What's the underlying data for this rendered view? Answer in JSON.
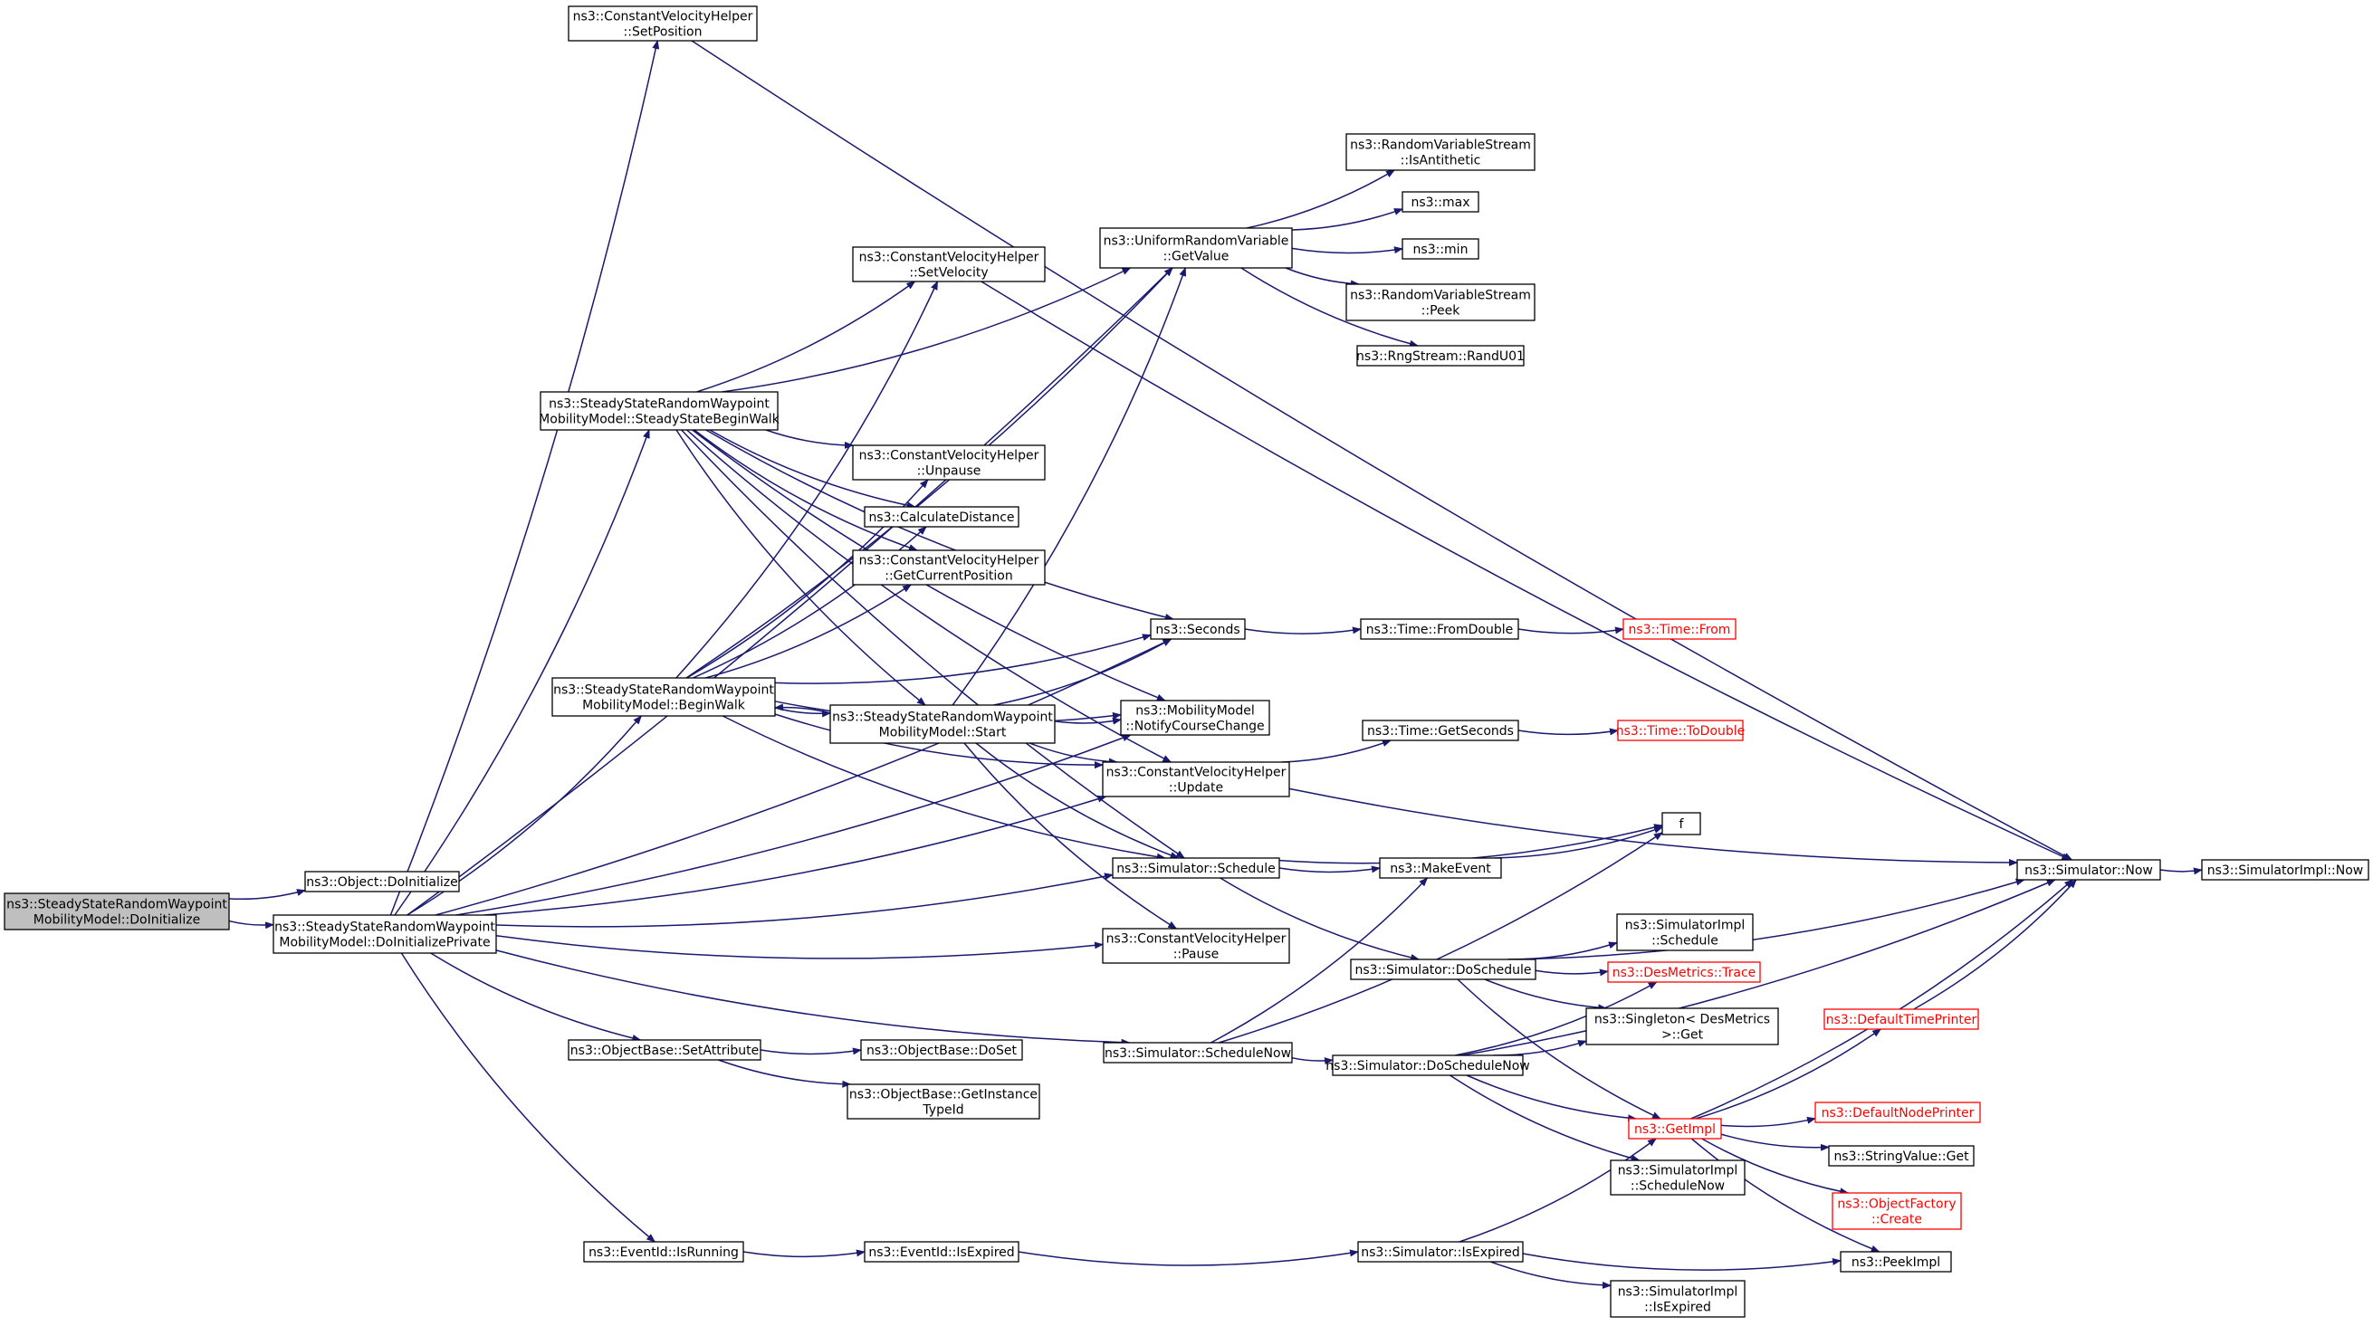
{
  "graph": {
    "colors": {
      "edge": "#191970",
      "node_border": "#000000",
      "current_fill": "#bfbfbf",
      "truncated": "#ff0000"
    },
    "nodes": [
      {
        "id": "doinit",
        "lines": [
          "ns3::SteadyStateRandomWaypoint",
          "MobilityModel::DoInitialize"
        ],
        "style": "current"
      },
      {
        "id": "objdoinit",
        "lines": [
          "ns3::Object::DoInitialize"
        ]
      },
      {
        "id": "doinitpriv",
        "lines": [
          "ns3::SteadyStateRandomWaypoint",
          "MobilityModel::DoInitializePrivate"
        ]
      },
      {
        "id": "setpos",
        "lines": [
          "ns3::ConstantVelocityHelper",
          "::SetPosition"
        ]
      },
      {
        "id": "ssbw",
        "lines": [
          "ns3::SteadyStateRandomWaypoint",
          "MobilityModel::SteadyStateBeginWalk"
        ]
      },
      {
        "id": "beginwalk",
        "lines": [
          "ns3::SteadyStateRandomWaypoint",
          "MobilityModel::BeginWalk"
        ]
      },
      {
        "id": "setattr",
        "lines": [
          "ns3::ObjectBase::SetAttribute"
        ]
      },
      {
        "id": "eventrun",
        "lines": [
          "ns3::EventId::IsRunning"
        ]
      },
      {
        "id": "setvel",
        "lines": [
          "ns3::ConstantVelocityHelper",
          "::SetVelocity"
        ]
      },
      {
        "id": "unpause",
        "lines": [
          "ns3::ConstantVelocityHelper",
          "::Unpause"
        ]
      },
      {
        "id": "calcdist",
        "lines": [
          "ns3::CalculateDistance"
        ]
      },
      {
        "id": "getcurpos",
        "lines": [
          "ns3::ConstantVelocityHelper",
          "::GetCurrentPosition"
        ]
      },
      {
        "id": "start",
        "lines": [
          "ns3::SteadyStateRandomWaypoint",
          "MobilityModel::Start"
        ]
      },
      {
        "id": "doset",
        "lines": [
          "ns3::ObjectBase::DoSet"
        ]
      },
      {
        "id": "getinst",
        "lines": [
          "ns3::ObjectBase::GetInstance",
          "TypeId"
        ]
      },
      {
        "id": "isexpired",
        "lines": [
          "ns3::EventId::IsExpired"
        ]
      },
      {
        "id": "urvget",
        "lines": [
          "ns3::UniformRandomVariable",
          "::GetValue"
        ]
      },
      {
        "id": "seconds",
        "lines": [
          "ns3::Seconds"
        ]
      },
      {
        "id": "notify",
        "lines": [
          "ns3::MobilityModel",
          "::NotifyCourseChange"
        ]
      },
      {
        "id": "cvupdate",
        "lines": [
          "ns3::ConstantVelocityHelper",
          "::Update"
        ]
      },
      {
        "id": "schedule",
        "lines": [
          "ns3::Simulator::Schedule"
        ]
      },
      {
        "id": "pause",
        "lines": [
          "ns3::ConstantVelocityHelper",
          "::Pause"
        ]
      },
      {
        "id": "schednow",
        "lines": [
          "ns3::Simulator::ScheduleNow"
        ]
      },
      {
        "id": "antithetic",
        "lines": [
          "ns3::RandomVariableStream",
          "::IsAntithetic"
        ]
      },
      {
        "id": "max",
        "lines": [
          "ns3::max"
        ]
      },
      {
        "id": "min",
        "lines": [
          "ns3::min"
        ]
      },
      {
        "id": "peek",
        "lines": [
          "ns3::RandomVariableStream",
          "::Peek"
        ]
      },
      {
        "id": "randu01",
        "lines": [
          "ns3::RngStream::RandU01"
        ]
      },
      {
        "id": "fromdouble",
        "lines": [
          "ns3::Time::FromDouble"
        ]
      },
      {
        "id": "from",
        "lines": [
          "ns3::Time::From"
        ],
        "style": "truncated"
      },
      {
        "id": "getseconds",
        "lines": [
          "ns3::Time::GetSeconds"
        ]
      },
      {
        "id": "todouble",
        "lines": [
          "ns3::Time::ToDouble"
        ],
        "style": "truncated"
      },
      {
        "id": "f",
        "lines": [
          "f"
        ]
      },
      {
        "id": "makeevent",
        "lines": [
          "ns3::MakeEvent"
        ]
      },
      {
        "id": "doschedule",
        "lines": [
          "ns3::Simulator::DoSchedule"
        ]
      },
      {
        "id": "doschednow",
        "lines": [
          "ns3::Simulator::DoScheduleNow"
        ]
      },
      {
        "id": "simexpired",
        "lines": [
          "ns3::Simulator::IsExpired"
        ]
      },
      {
        "id": "implschedule",
        "lines": [
          "ns3::SimulatorImpl",
          "::Schedule"
        ]
      },
      {
        "id": "trace",
        "lines": [
          "ns3::DesMetrics::Trace"
        ],
        "style": "truncated"
      },
      {
        "id": "singleton",
        "lines": [
          "ns3::Singleton< DesMetrics",
          "  >::Get"
        ]
      },
      {
        "id": "getimpl",
        "lines": [
          "ns3::GetImpl"
        ],
        "style": "truncated"
      },
      {
        "id": "implschednow",
        "lines": [
          "ns3::SimulatorImpl",
          "::ScheduleNow"
        ]
      },
      {
        "id": "implisexpired",
        "lines": [
          "ns3::SimulatorImpl",
          "::IsExpired"
        ]
      },
      {
        "id": "simnow",
        "lines": [
          "ns3::Simulator::Now"
        ]
      },
      {
        "id": "implnow",
        "lines": [
          "ns3::SimulatorImpl::Now"
        ]
      },
      {
        "id": "timeprinter",
        "lines": [
          "ns3::DefaultTimePrinter"
        ],
        "style": "truncated"
      },
      {
        "id": "nodeprinter",
        "lines": [
          "ns3::DefaultNodePrinter"
        ],
        "style": "truncated"
      },
      {
        "id": "strvalget",
        "lines": [
          "ns3::StringValue::Get"
        ]
      },
      {
        "id": "objfactory",
        "lines": [
          "ns3::ObjectFactory",
          "::Create"
        ],
        "style": "truncated"
      },
      {
        "id": "peekimpl",
        "lines": [
          "ns3::PeekImpl"
        ]
      }
    ],
    "edges": [
      [
        "doinit",
        "objdoinit"
      ],
      [
        "doinit",
        "doinitpriv"
      ],
      [
        "doinitpriv",
        "setpos"
      ],
      [
        "doinitpriv",
        "urvget"
      ],
      [
        "doinitpriv",
        "seconds"
      ],
      [
        "doinitpriv",
        "ssbw"
      ],
      [
        "doinitpriv",
        "beginwalk"
      ],
      [
        "doinitpriv",
        "notify"
      ],
      [
        "doinitpriv",
        "cvupdate"
      ],
      [
        "doinitpriv",
        "schedule"
      ],
      [
        "doinitpriv",
        "pause"
      ],
      [
        "doinitpriv",
        "setattr"
      ],
      [
        "doinitpriv",
        "schednow"
      ],
      [
        "doinitpriv",
        "eventrun"
      ],
      [
        "setpos",
        "simnow"
      ],
      [
        "ssbw",
        "urvget"
      ],
      [
        "ssbw",
        "setvel"
      ],
      [
        "ssbw",
        "unpause"
      ],
      [
        "ssbw",
        "calcdist"
      ],
      [
        "ssbw",
        "getcurpos"
      ],
      [
        "ssbw",
        "start"
      ],
      [
        "ssbw",
        "seconds"
      ],
      [
        "ssbw",
        "notify"
      ],
      [
        "ssbw",
        "cvupdate"
      ],
      [
        "ssbw",
        "schedule"
      ],
      [
        "beginwalk",
        "setvel"
      ],
      [
        "beginwalk",
        "unpause"
      ],
      [
        "beginwalk",
        "calcdist"
      ],
      [
        "beginwalk",
        "getcurpos"
      ],
      [
        "beginwalk",
        "start"
      ],
      [
        "beginwalk",
        "urvget"
      ],
      [
        "beginwalk",
        "seconds"
      ],
      [
        "beginwalk",
        "notify"
      ],
      [
        "beginwalk",
        "cvupdate"
      ],
      [
        "beginwalk",
        "schedule"
      ],
      [
        "start",
        "beginwalk"
      ],
      [
        "start",
        "urvget"
      ],
      [
        "start",
        "seconds"
      ],
      [
        "start",
        "notify"
      ],
      [
        "start",
        "cvupdate"
      ],
      [
        "start",
        "schedule"
      ],
      [
        "start",
        "pause"
      ],
      [
        "setvel",
        "simnow"
      ],
      [
        "setattr",
        "doset"
      ],
      [
        "setattr",
        "getinst"
      ],
      [
        "eventrun",
        "isexpired"
      ],
      [
        "isexpired",
        "simexpired"
      ],
      [
        "urvget",
        "antithetic"
      ],
      [
        "urvget",
        "max"
      ],
      [
        "urvget",
        "min"
      ],
      [
        "urvget",
        "peek"
      ],
      [
        "urvget",
        "randu01"
      ],
      [
        "seconds",
        "fromdouble"
      ],
      [
        "fromdouble",
        "from"
      ],
      [
        "cvupdate",
        "getseconds"
      ],
      [
        "cvupdate",
        "simnow"
      ],
      [
        "getseconds",
        "todouble"
      ],
      [
        "schedule",
        "f"
      ],
      [
        "schedule",
        "makeevent"
      ],
      [
        "schedule",
        "doschedule"
      ],
      [
        "schednow",
        "f"
      ],
      [
        "schednow",
        "makeevent"
      ],
      [
        "schednow",
        "doschednow"
      ],
      [
        "makeevent",
        "f"
      ],
      [
        "doschedule",
        "simnow"
      ],
      [
        "doschedule",
        "implschedule"
      ],
      [
        "doschedule",
        "trace"
      ],
      [
        "doschedule",
        "singleton"
      ],
      [
        "doschedule",
        "getimpl"
      ],
      [
        "doschednow",
        "trace"
      ],
      [
        "doschednow",
        "singleton"
      ],
      [
        "doschednow",
        "getimpl"
      ],
      [
        "doschednow",
        "simnow"
      ],
      [
        "doschednow",
        "implschednow"
      ],
      [
        "simexpired",
        "getimpl"
      ],
      [
        "simexpired",
        "implisexpired"
      ],
      [
        "simexpired",
        "peekimpl"
      ],
      [
        "simnow",
        "implnow"
      ],
      [
        "getimpl",
        "timeprinter"
      ],
      [
        "getimpl",
        "nodeprinter"
      ],
      [
        "getimpl",
        "strvalget"
      ],
      [
        "getimpl",
        "objfactory"
      ],
      [
        "getimpl",
        "peekimpl"
      ],
      [
        "getimpl",
        "simnow"
      ],
      [
        "timeprinter",
        "simnow"
      ]
    ]
  }
}
